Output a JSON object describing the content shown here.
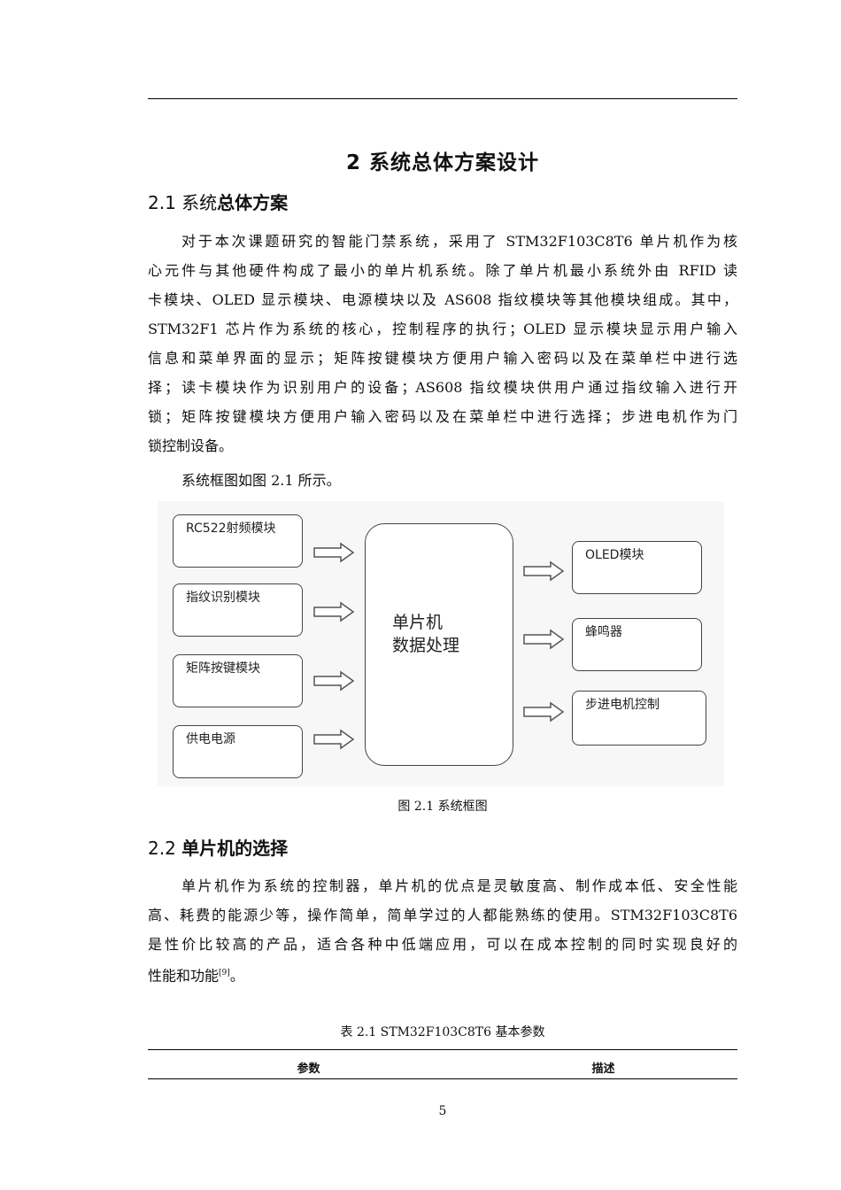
{
  "chapter_title": "2  系统总体方案设计",
  "section_2_1": {
    "number": "2.1 ",
    "title_part1": "系统",
    "title_part2": "总体方案"
  },
  "para1_lines": [
    "对于本次课题研究的智能门禁系统，采用了 STM32F103C8T6 单片机作为核",
    "心元件与其他硬件构成了最小的单片机系统。除了单片机最小系统外由 RFID 读",
    "卡模块、OLED 显示模块、电源模块以及 AS608 指纹模块等其他模块组成。其中，",
    "STM32F1 芯片作为系统的核心，控制程序的执行；OLED 显示模块显示用户输入",
    "信息和菜单界面的显示；矩阵按键模块方便用户输入密码以及在菜单栏中进行选",
    "择；读卡模块作为识别用户的设备；AS608 指纹模块供用户通过指纹输入进行开",
    "锁；矩阵按键模块方便用户输入密码以及在菜单栏中进行选择；步进电机作为门",
    "锁控制设备。"
  ],
  "para2": "系统框图如图 2.1 所示。",
  "figure": {
    "inputs": [
      "RC522射频模块",
      "指纹识别模块",
      "矩阵按键模块",
      "供电电源"
    ],
    "mcu_line1": "单片机",
    "mcu_line2": "数据处理",
    "outputs": [
      "OLED模块",
      "蜂鸣器",
      "步进电机控制"
    ],
    "caption": "图 2.1 系统框图"
  },
  "section_2_2": {
    "number": "2.2 ",
    "title": "单片机的选择"
  },
  "para3_lines": [
    "单片机作为系统的控制器，单片机的优点是灵敏度高、制作成本低、安全性能",
    "高、耗费的能源少等，操作简单，简单学过的人都能熟练的使用。STM32F103C8T6",
    "是性价比较高的产品，适合各种中低端应用，可以在成本控制的同时实现良好的"
  ],
  "para3_last": "性能和功能",
  "para3_cite": "[9]",
  "para3_end": "。",
  "table": {
    "caption": "表 2.1 STM32F103C8T6 基本参数",
    "headers": [
      "参数",
      "描述"
    ]
  },
  "page_number": "5"
}
